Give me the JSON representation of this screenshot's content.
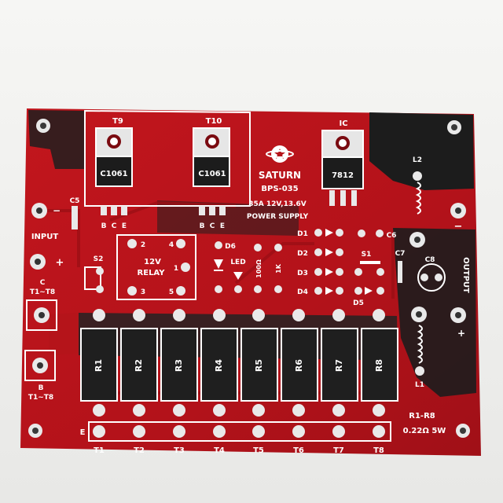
{
  "colors": {
    "background": "#f2f2f0",
    "board": "#b5141a",
    "copper_dark": "#1f1f1f",
    "silkscreen": "#ffffff",
    "pad": "#e9e9e9"
  },
  "board": {
    "brand": "SATURN",
    "model": "BPS-035",
    "spec": "35A 12V,13.6V",
    "title": "POWER SUPPLY",
    "note_resistors": "R1-R8",
    "note_value": "0.22Ω 5W"
  },
  "transistors": [
    {
      "ref": "T9",
      "part": "C1061",
      "b": "B",
      "c": "C",
      "e": "E"
    },
    {
      "ref": "T10",
      "part": "C1061",
      "b": "B",
      "c": "C",
      "e": "E"
    }
  ],
  "regulator": {
    "ref": "IC",
    "part": "7812"
  },
  "labels": {
    "c5": "C5",
    "input": "INPUT",
    "minus": "−",
    "plus": "+",
    "c_label": "C",
    "t1t8_top": "T1~T8",
    "b_label": "B",
    "t1t8_bottom": "T1~T8",
    "s2": "S2",
    "relay_line1": "12V",
    "relay_line2": "RELAY",
    "relay_pin2": "2",
    "relay_pin4": "4",
    "relay_pin1": "1",
    "relay_pin3": "3",
    "relay_pin5": "5",
    "d6": "D6",
    "led": "LED",
    "r100": "100Ω",
    "r1k": "1K",
    "d1": "D1",
    "d2": "D2",
    "d3": "D3",
    "d4": "D4",
    "d5": "D5",
    "s1": "S1",
    "c6": "C6",
    "c7": "C7",
    "c8": "C8",
    "l1": "L1",
    "l2": "L2",
    "output": "OUTPUT",
    "e_label": "E"
  },
  "resistors": [
    "R1",
    "R2",
    "R3",
    "R4",
    "R5",
    "R6",
    "R7",
    "R8"
  ],
  "emitters": [
    "T1",
    "T2",
    "T3",
    "T4",
    "T5",
    "T6",
    "T7",
    "T8"
  ]
}
